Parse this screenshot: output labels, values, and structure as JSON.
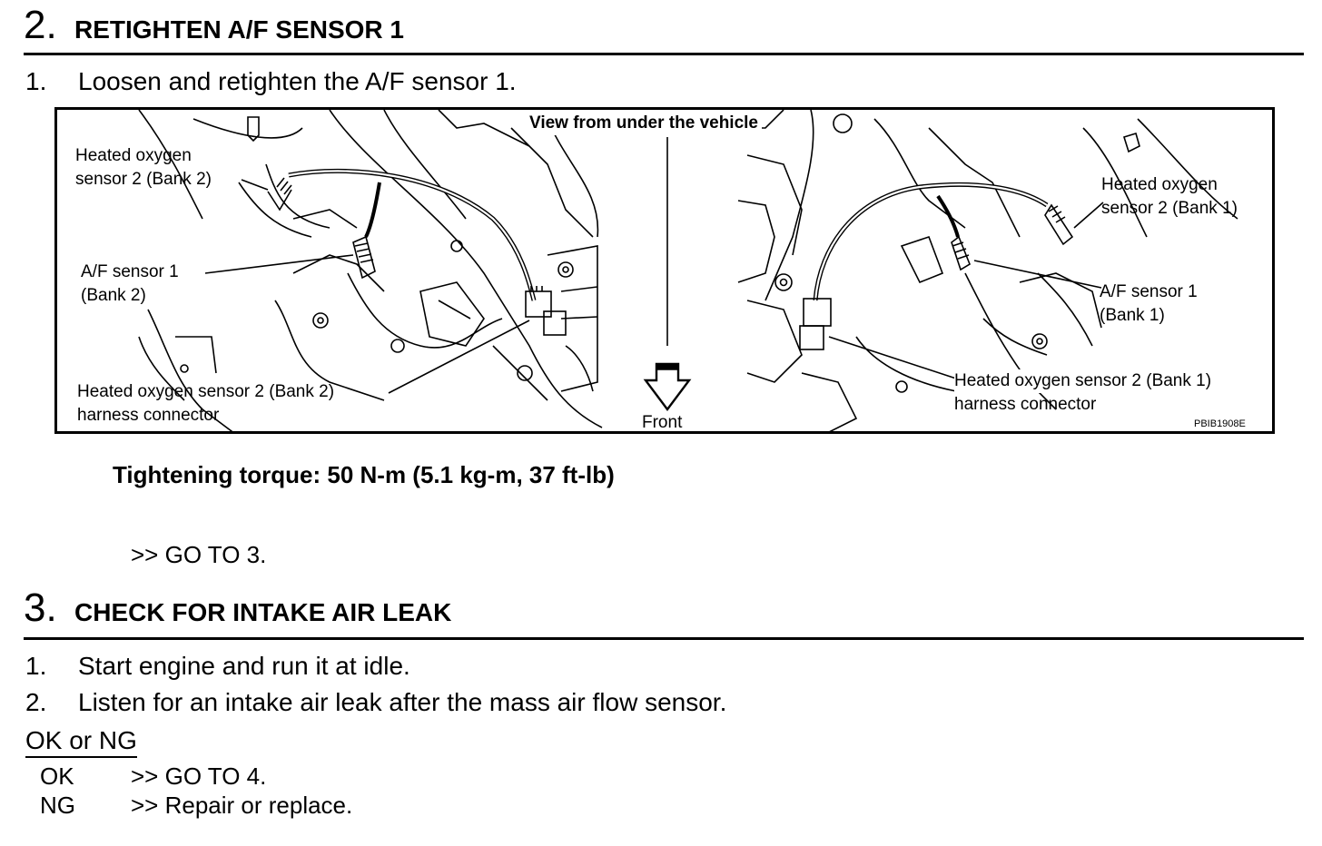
{
  "step2": {
    "number": "2.",
    "title": "RETIGHTEN A/F SENSOR 1",
    "items": [
      {
        "num": "1.",
        "text": "Loosen and retighten the A/F sensor 1."
      }
    ],
    "figure": {
      "view_label": "View from under the vehicle",
      "front_label": "Front",
      "left_labels": {
        "ho2s_line1": "Heated oxygen",
        "ho2s_line2": "sensor 2 (Bank 2)",
        "af_line1": "A/F sensor 1",
        "af_line2": "(Bank 2)",
        "conn_line1": "Heated oxygen sensor 2 (Bank 2)",
        "conn_line2": "harness connector"
      },
      "right_labels": {
        "ho2s_line1": "Heated oxygen",
        "ho2s_line2": "sensor 2 (Bank 1)",
        "af_line1": "A/F sensor 1",
        "af_line2": "(Bank 1)",
        "conn_line1": "Heated oxygen sensor 2 (Bank 1)",
        "conn_line2": "harness connector"
      },
      "code": "PBIB1908E"
    },
    "torque": "Tightening torque: 50 N-m (5.1 kg-m, 37 ft-lb)",
    "goto": ">> GO TO 3."
  },
  "step3": {
    "number": "3.",
    "title": "CHECK FOR INTAKE AIR LEAK",
    "items": [
      {
        "num": "1.",
        "text": "Start engine and run it at idle."
      },
      {
        "num": "2.",
        "text": "Listen for an intake air leak after the mass air flow sensor."
      }
    ],
    "ok_ng_label": "OK or NG",
    "results": [
      {
        "key": "OK",
        "value": ">> GO TO 4."
      },
      {
        "key": "NG",
        "value": ">> Repair or replace."
      }
    ]
  }
}
